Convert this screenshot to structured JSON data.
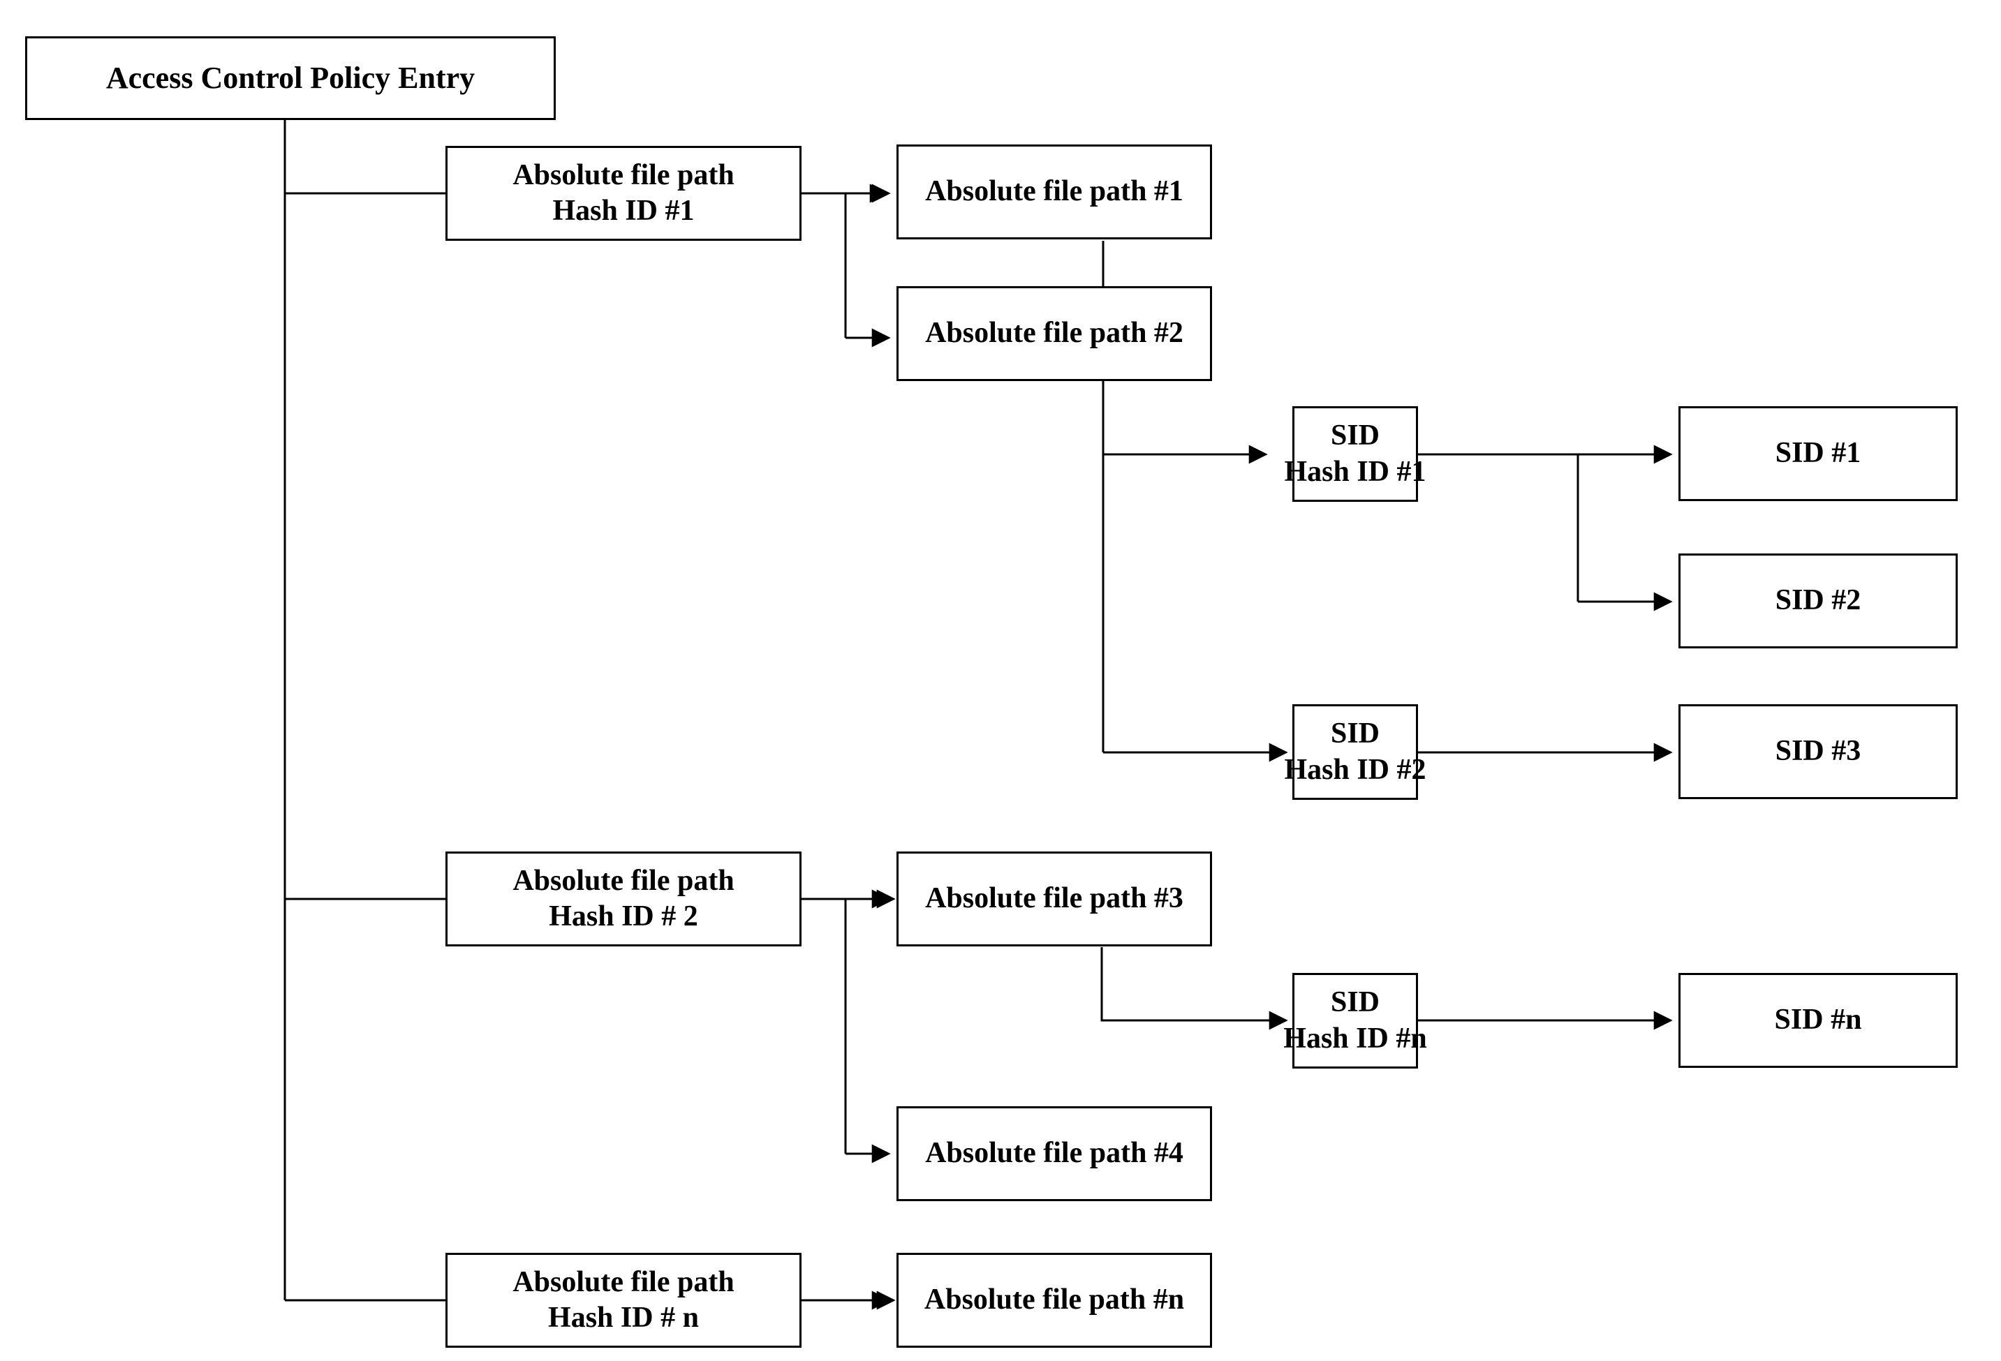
{
  "diagram": {
    "title": "Access Control Policy Entry hash chain diagram",
    "stroke_color": "#000000",
    "fill_color": "#ffffff",
    "text_color": "#000000"
  },
  "nodes": {
    "root": {
      "line1": "Access Control Policy Entry"
    },
    "path_hash_1": {
      "line1": "Absolute file path",
      "line2": "Hash ID #1"
    },
    "path_hash_2": {
      "line1": "Absolute file path",
      "line2": "Hash ID # 2"
    },
    "path_hash_n": {
      "line1": "Absolute file path",
      "line2": "Hash ID # n"
    },
    "file_path_1": {
      "line1": "Absolute file path #1"
    },
    "file_path_2": {
      "line1": "Absolute file path #2"
    },
    "file_path_3": {
      "line1": "Absolute file path #3"
    },
    "file_path_4": {
      "line1": "Absolute file path #4"
    },
    "file_path_n": {
      "line1": "Absolute file path #n"
    },
    "sid_hash_1": {
      "line1": "SID",
      "line2": "Hash ID #1"
    },
    "sid_hash_2": {
      "line1": "SID",
      "line2": "Hash ID #2"
    },
    "sid_hash_n": {
      "line1": "SID",
      "line2": "Hash ID #n"
    },
    "sid_1": {
      "line1": "SID #1"
    },
    "sid_2": {
      "line1": "SID #2"
    },
    "sid_3": {
      "line1": "SID #3"
    },
    "sid_n": {
      "line1": "SID #n"
    }
  },
  "edges": [
    {
      "from": "root",
      "to": "path_hash_1"
    },
    {
      "from": "root",
      "to": "path_hash_2"
    },
    {
      "from": "root",
      "to": "path_hash_n"
    },
    {
      "from": "path_hash_1",
      "to": "file_path_1"
    },
    {
      "from": "path_hash_1",
      "to": "file_path_2"
    },
    {
      "from": "file_path_2",
      "to": "sid_hash_1"
    },
    {
      "from": "file_path_2",
      "to": "sid_hash_2"
    },
    {
      "from": "sid_hash_1",
      "to": "sid_1"
    },
    {
      "from": "sid_hash_1",
      "to": "sid_2"
    },
    {
      "from": "sid_hash_2",
      "to": "sid_3"
    },
    {
      "from": "path_hash_2",
      "to": "file_path_3"
    },
    {
      "from": "path_hash_2",
      "to": "file_path_4"
    },
    {
      "from": "file_path_3",
      "to": "sid_hash_n"
    },
    {
      "from": "sid_hash_n",
      "to": "sid_n"
    },
    {
      "from": "path_hash_n",
      "to": "file_path_n"
    }
  ]
}
